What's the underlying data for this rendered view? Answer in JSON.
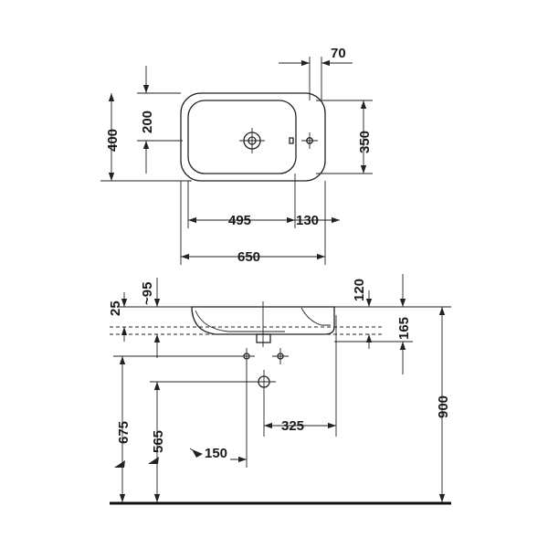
{
  "dimensions": {
    "top": {
      "d70": "70",
      "d200": "200",
      "d400": "400",
      "d350": "350",
      "d495": "495",
      "d130": "130",
      "d650": "650"
    },
    "side": {
      "d25": "25",
      "d95": "~95",
      "d120": "120",
      "d165": "165",
      "d900": "900",
      "d675": "675",
      "d565": "565",
      "d325": "325",
      "d150": "150"
    }
  }
}
